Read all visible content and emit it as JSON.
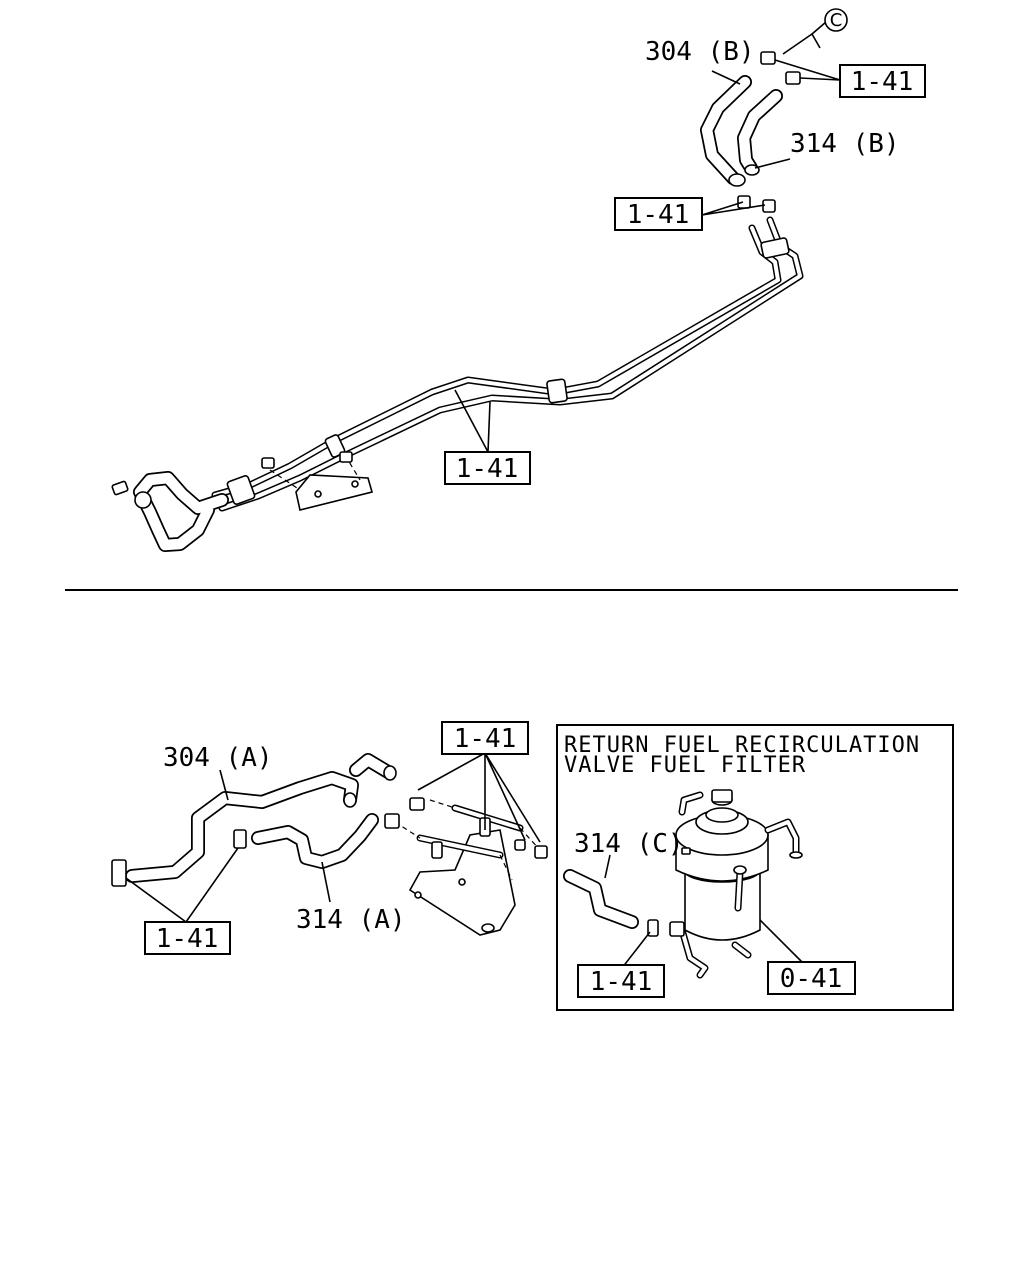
{
  "top_section": {
    "labels": {
      "hose_304b": "304 (B)",
      "hose_314b": "314 (B)",
      "circle_c": "C",
      "ref_clip_top": "1-41",
      "ref_clip_mid": "1-41",
      "ref_pipe": "1-41"
    }
  },
  "bottom_section": {
    "labels": {
      "hose_304a": "304 (A)",
      "hose_314a": "314 (A)",
      "ref_bracket": "1-41",
      "ref_clip_left": "1-41"
    },
    "inset": {
      "title_line1": "RETURN FUEL RECIRCULATION",
      "title_line2": "VALVE FUEL FILTER",
      "hose_314c": "314 (C)",
      "ref_clip": "1-41",
      "ref_filter": "0-41"
    }
  }
}
